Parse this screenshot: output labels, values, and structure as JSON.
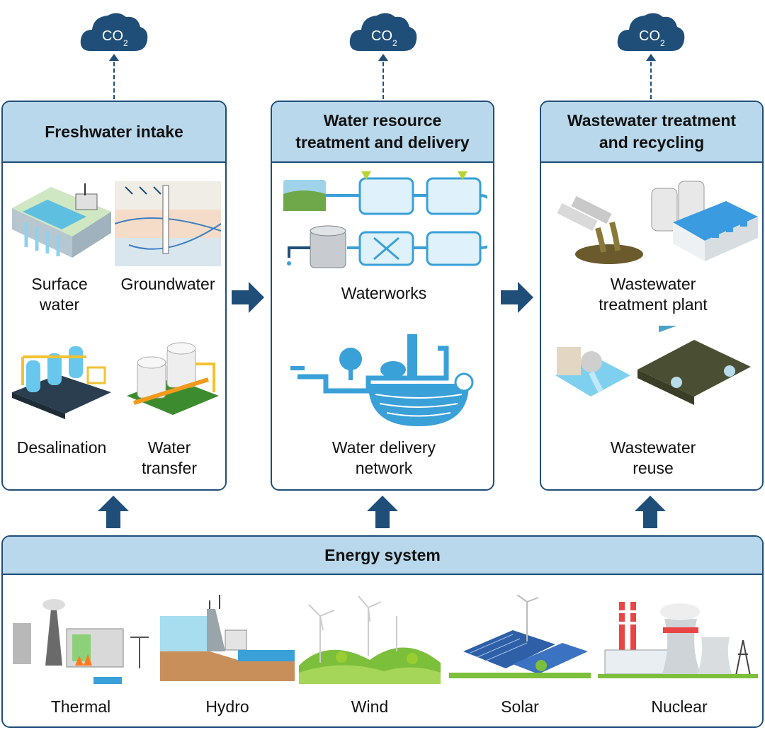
{
  "emissions": {
    "label": "CO",
    "subscript": "2"
  },
  "panels": {
    "freshwater": {
      "title": "Freshwater intake",
      "items": [
        "Surface water",
        "Groundwater",
        "Desalination",
        "Water transfer"
      ],
      "surface_line1": "Surface",
      "surface_line2": "water",
      "groundwater": "Groundwater",
      "desalination": "Desalination",
      "transfer_line1": "Water",
      "transfer_line2": "transfer"
    },
    "treatment": {
      "title_line1": "Water resource",
      "title_line2": "treatment and delivery",
      "waterworks": "Waterworks",
      "network_line1": "Water delivery",
      "network_line2": "network"
    },
    "wastewater": {
      "title_line1": "Wastewater treatment",
      "title_line2": "and recycling",
      "plant_line1": "Wastewater",
      "plant_line2": "treatment plant",
      "reuse_line1": "Wastewater",
      "reuse_line2": "reuse"
    }
  },
  "energy": {
    "title": "Energy system",
    "sources": [
      "Thermal",
      "Hydro",
      "Wind",
      "Solar",
      "Nuclear"
    ]
  },
  "colors": {
    "navy": "#1f4e79",
    "header_fill": "#b9d8ec",
    "water_blue": "#3aa0d8",
    "grass_green": "#7cbf3a"
  }
}
